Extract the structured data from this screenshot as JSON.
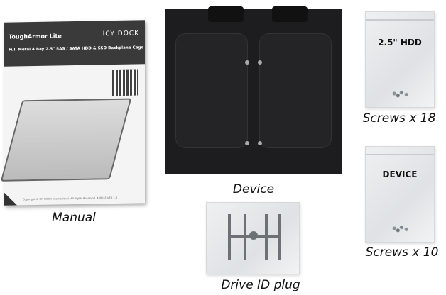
{
  "manual": {
    "title": "ToughArmor Lite",
    "brand": "ICY DOCK",
    "subtitle": "Full Metal 4 Bay 2.5\" SAS / SATA HDD & SSD Backplane Cage",
    "copyright": "Copyright © ICY DOCK International. All Rights Reserved. 430241 VER 1.0",
    "caption": "Manual"
  },
  "device": {
    "caption": "Device"
  },
  "hdd_screws": {
    "bag_text": "2.5\" HDD",
    "caption": "Screws x 18"
  },
  "device_screws": {
    "bag_text": "DEVICE",
    "caption": "Screws x 10"
  },
  "drive_id_plug": {
    "caption": "Drive ID plug"
  }
}
